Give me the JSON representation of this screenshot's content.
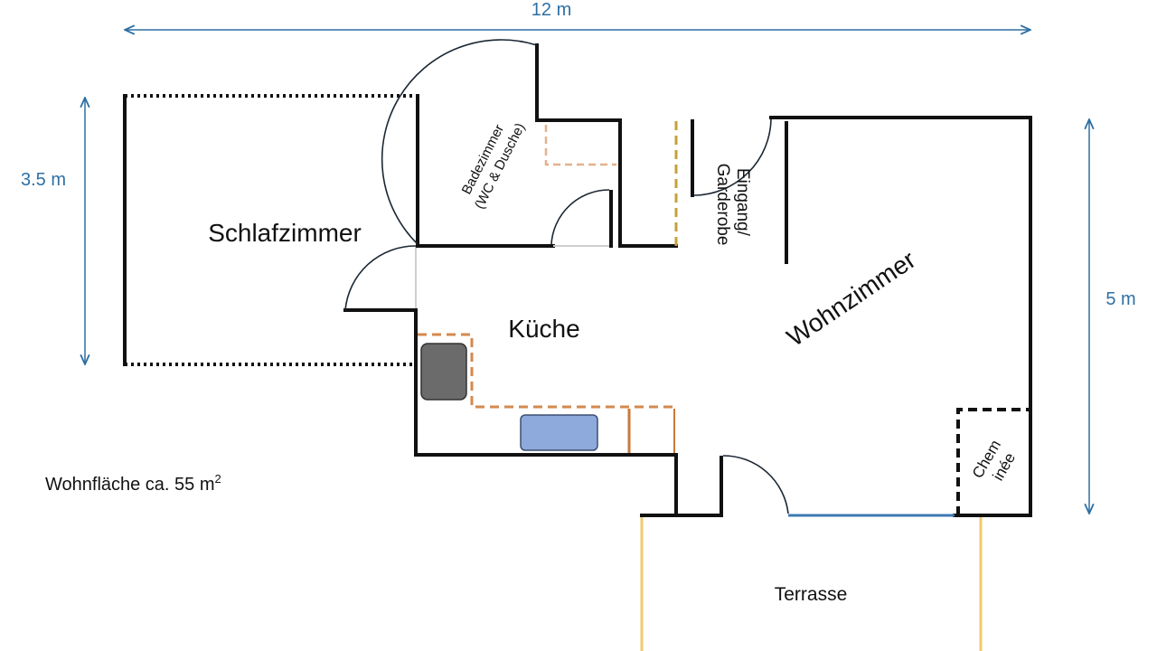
{
  "dimensions": {
    "width": "12 m",
    "height_left": "3.5 m",
    "height_right": "5 m"
  },
  "rooms": {
    "schlafzimmer": "Schlafzimmer",
    "badezimmer_line1": "Badezimmer",
    "badezimmer_line2": "(WC & Dusche)",
    "eingang_line1": "Eingang/",
    "eingang_line2": "Garderobe",
    "kueche": "Küche",
    "wohnzimmer": "Wohnzimmer",
    "cheminee_line1": "Chem",
    "cheminee_line2": "inée",
    "terrasse": "Terrasse"
  },
  "area_note": {
    "label": "Wohnfläche ca. 55 m",
    "superscript": "2"
  },
  "colors": {
    "wall": "#111111",
    "dimension": "#2e6fa3",
    "counter_dash": "#d4894e",
    "counter_dash_light": "#e6b08c",
    "counter_solid": "#c97a3c",
    "stove": "#6b6b6b",
    "sink": "#8ea9db",
    "window": "#3d7ab3",
    "terrace": "#f2c96b",
    "entrance_dash": "#c4a13a"
  }
}
